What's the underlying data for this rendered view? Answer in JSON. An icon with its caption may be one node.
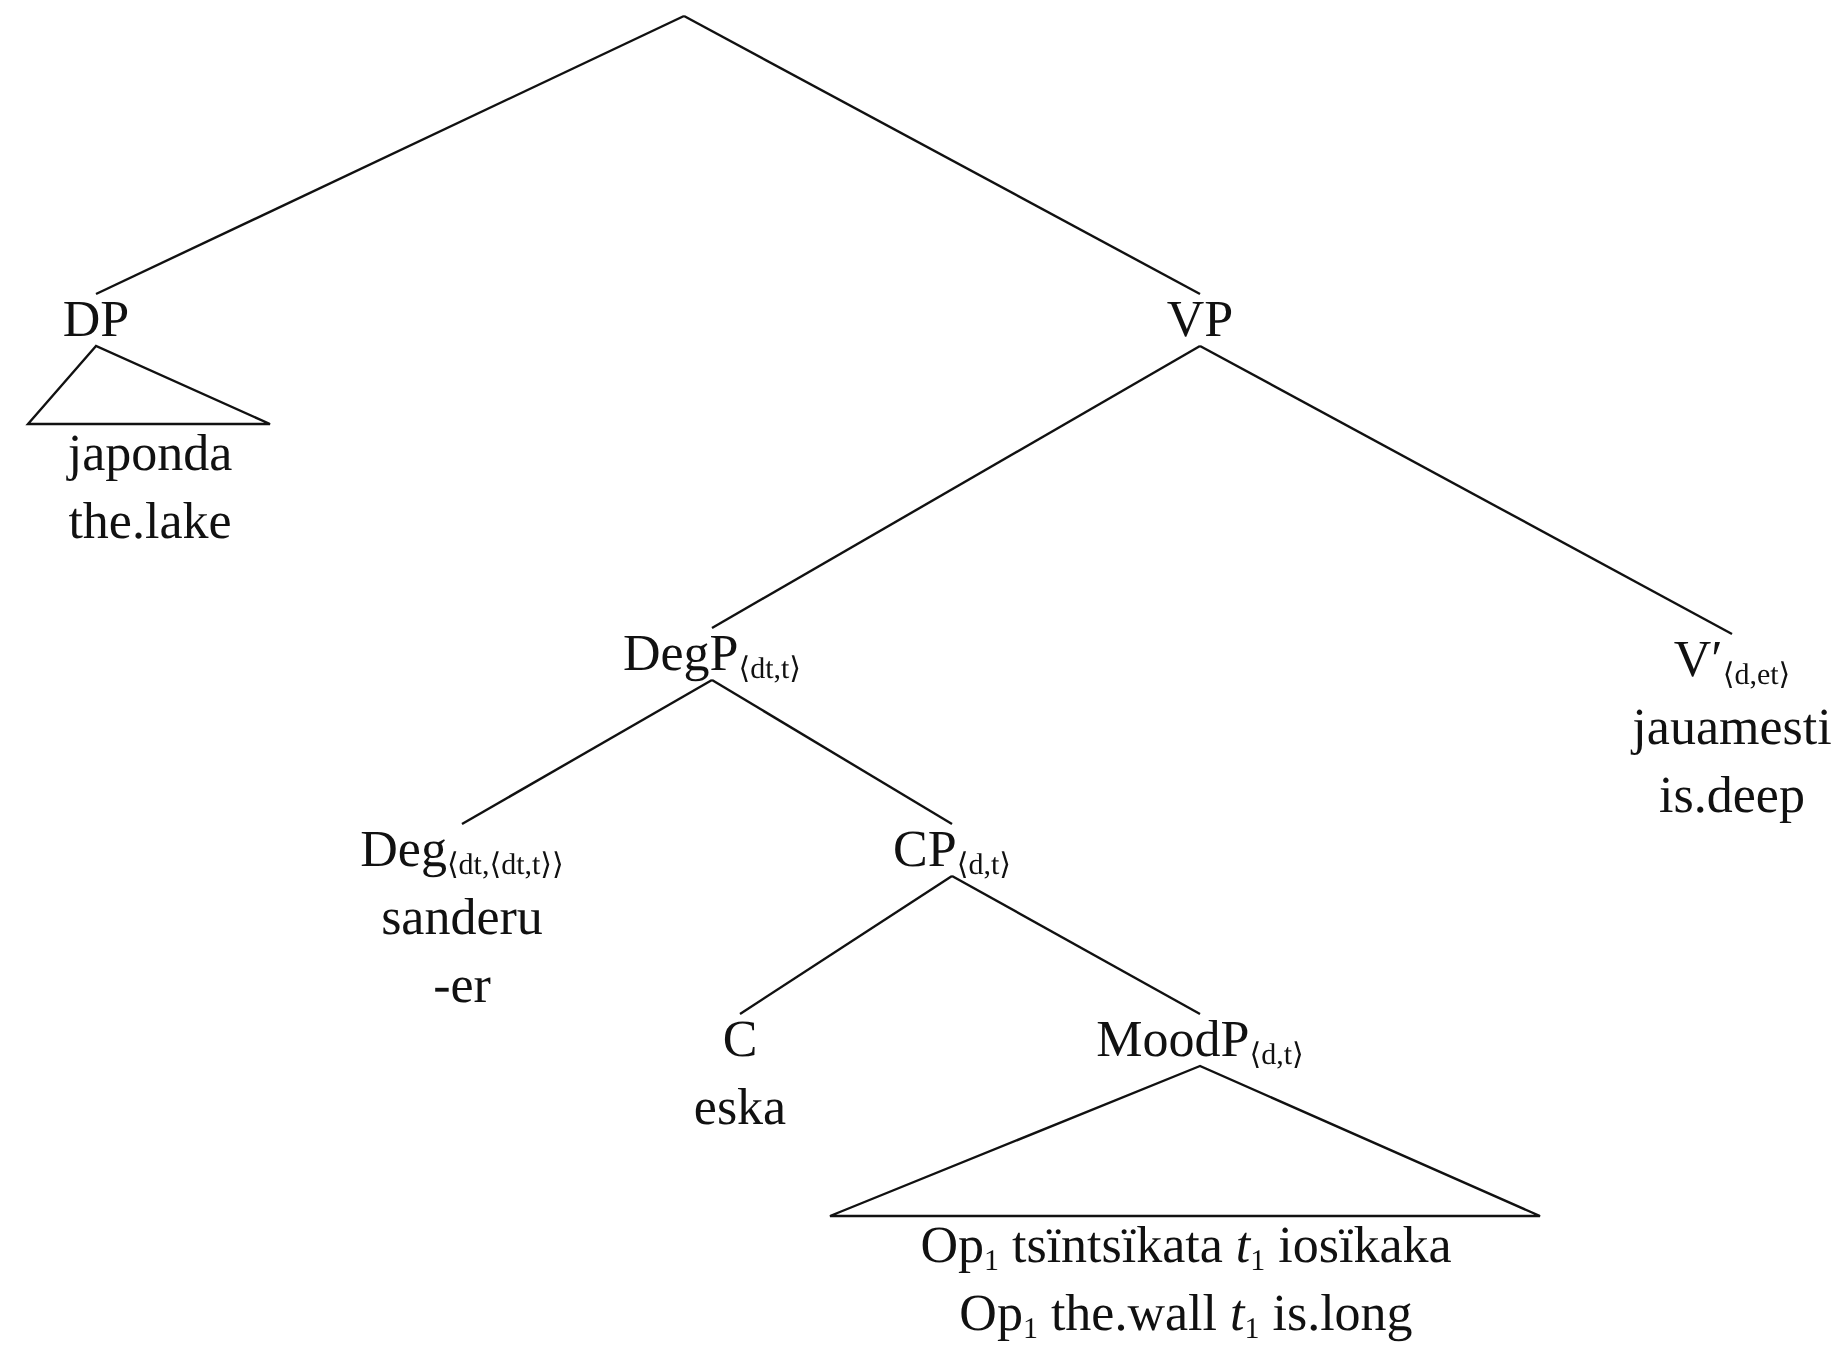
{
  "diagram": {
    "nodes": [
      {
        "text": [
          "DP"
        ]
      },
      {
        "text": [
          "VP"
        ]
      },
      {
        "text": [
          "japonda",
          "the.lake"
        ]
      },
      {
        "text": [
          "DegP$_{⟨dt,t⟩}$"
        ]
      },
      {
        "text": [
          "V′$_{⟨d,et⟩}$",
          "jauamesti",
          "is.deep"
        ]
      },
      {
        "text": [
          "Deg$_{⟨dt,⟨dt,t⟩⟩}$",
          "sanderu",
          "-er"
        ]
      },
      {
        "text": [
          "CP$_{⟨d,t⟩}$"
        ]
      },
      {
        "text": [
          "C",
          "eska"
        ]
      },
      {
        "text": [
          "MoodP$_{⟨d,t⟩}$"
        ]
      },
      {
        "text": [
          "Op$_{1}$ tsïntsïkata *t*$_{1}$ iosïkaka",
          "Op$_{1}$ the.wall *t*$_{1}$ is.long"
        ]
      }
    ],
    "edges": [
      {
        "from": null,
        "to": 0,
        "arrow": "none"
      },
      {
        "from": null,
        "to": 1,
        "arrow": "none"
      },
      {
        "from": 0,
        "to": 2,
        "arrow": "none"
      },
      {
        "from": 1,
        "to": 3,
        "arrow": "none"
      },
      {
        "from": 1,
        "to": 4,
        "arrow": "none"
      },
      {
        "from": 3,
        "to": 5,
        "arrow": "none"
      },
      {
        "from": 3,
        "to": 6,
        "arrow": "none"
      },
      {
        "from": 6,
        "to": 7,
        "arrow": "none"
      },
      {
        "from": 6,
        "to": 8,
        "arrow": "none"
      },
      {
        "from": 8,
        "to": 9,
        "arrow": "none"
      }
    ]
  }
}
